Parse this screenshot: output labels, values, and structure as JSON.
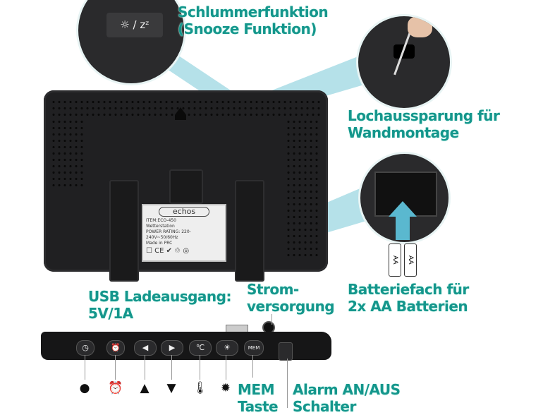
{
  "callouts": {
    "snooze": [
      "Schlummerfunktion",
      "(Snooze Funktion)"
    ],
    "wall_mount": [
      "Lochaussparung für",
      "Wandmontage"
    ],
    "usb": [
      "USB Ladeausgang:",
      "5V/1A"
    ],
    "power": [
      "Strom-",
      "versorgung"
    ],
    "battery": [
      "Batteriefach für",
      "2x AA Batterien"
    ],
    "mem": [
      "MEM",
      "Taste"
    ],
    "alarm_switch": [
      "Alarm AN/AUS",
      "Schalter"
    ]
  },
  "snooze_button_symbol": "☼ / zᶻ",
  "device_label": {
    "logo": "echos",
    "item": "ITEM:ECO-450",
    "name": "Wetterstation",
    "power": "POWER RATING: 220-240V~50/60Hz",
    "made": "Made in PRC"
  },
  "battery_label": "AA",
  "bottom_buttons": [
    "clock",
    "alarm",
    "left",
    "right",
    "temp",
    "light",
    "MEM"
  ],
  "bottom_icons": [
    "clock-icon",
    "alarm-clock-icon",
    "up-triangle-icon",
    "down-triangle-icon",
    "thermometer-icon",
    "sun-icon"
  ],
  "colors": {
    "accent": "#14968c",
    "device": "#202022",
    "beam": "#78c8d7"
  }
}
